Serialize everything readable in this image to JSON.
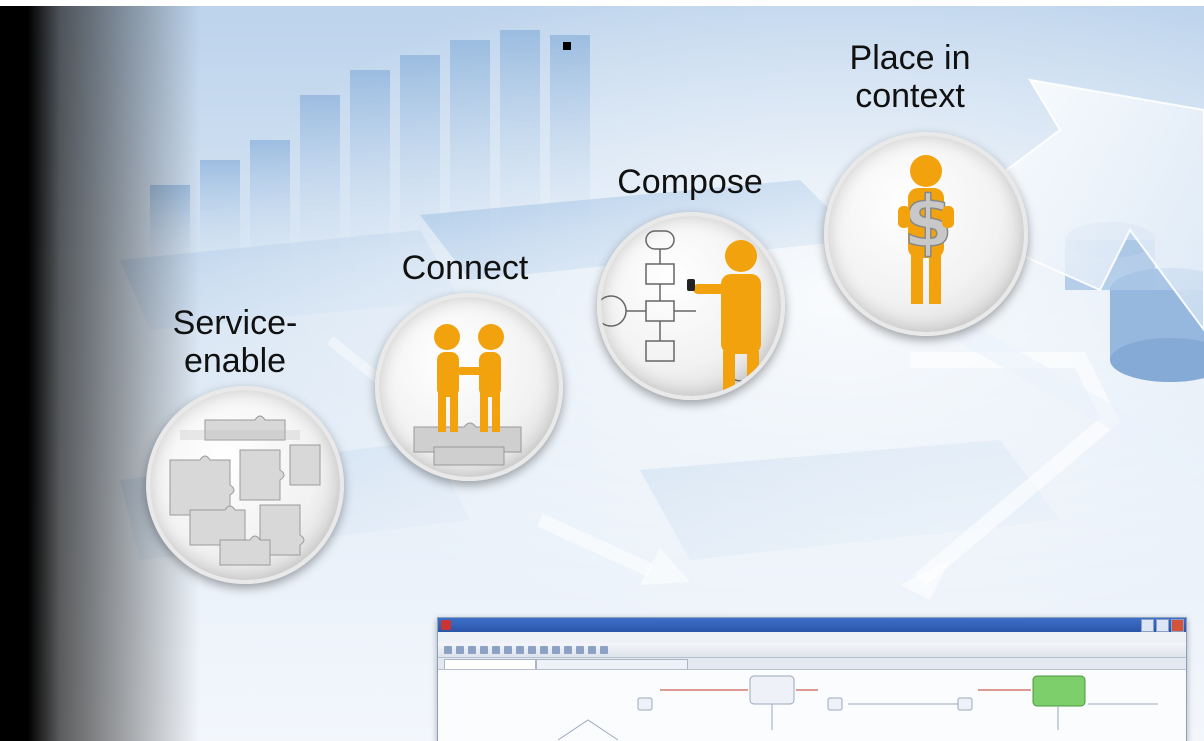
{
  "steps": [
    {
      "label": "Service-\nenable",
      "icon": "puzzle-pieces-icon"
    },
    {
      "label": "Connect",
      "icon": "handshake-on-puzzle-icon"
    },
    {
      "label": "Compose",
      "icon": "person-drawing-flowchart-icon"
    },
    {
      "label": "Place in\ncontext",
      "icon": "person-holding-dollar-icon"
    }
  ],
  "screenshot": {
    "title": "",
    "icons": [
      "app-icon",
      "window-buttons"
    ]
  },
  "colors": {
    "figure_orange": "#f2a20c",
    "background_blue": "#c7dbf0",
    "arrow_white": "#ffffff"
  }
}
